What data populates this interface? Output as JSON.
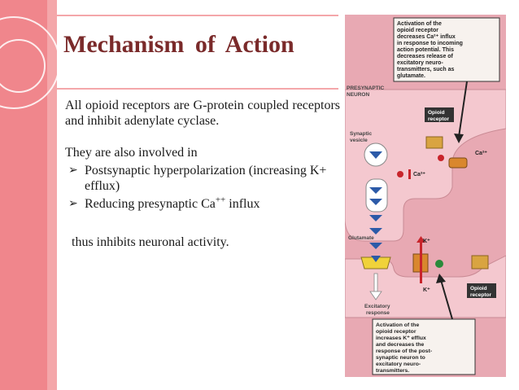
{
  "slide": {
    "title": "Mechanism of Action",
    "paragraph1": "All opioid receptors are G-protein coupled receptors and inhibit adenylate cyclase.",
    "paragraph2": "They are also involved in",
    "bullets": [
      {
        "text": "Postsynaptic hyperpolarization (increasing K+ efflux)",
        "sup": ""
      },
      {
        "text": "Reducing presynaptic Ca",
        "sup": "++",
        "suffix": " influx"
      }
    ],
    "closing": "thus inhibits neuronal activity."
  },
  "figure": {
    "top_callout": [
      "Activation of the",
      "opioid receptor",
      "decreases Ca²⁺ influx",
      "in response to incoming",
      "action potential. This",
      "decreases release of",
      "excitatory neuro-",
      "transmitters, such as",
      "glutamate."
    ],
    "presynaptic_label": [
      "PRESYNAPTIC",
      "NEURON"
    ],
    "synaptic_vesicle": [
      "Synaptic",
      "vesicle"
    ],
    "opioid_receptor_top": [
      "Opioid",
      "receptor"
    ],
    "ca_label_right": "Ca²⁺",
    "ca_label_left": "Ca²⁺",
    "glutamate": "Glutamate",
    "k_plus_top": "K⁺",
    "k_plus_bottom": "K⁺",
    "opioid_receptor_bottom": [
      "Opioid",
      "receptor"
    ],
    "excitatory_response": [
      "Excitatory",
      "response"
    ],
    "bottom_callout": [
      "Activation of the",
      "opioid receptor",
      "increases K⁺ efflux",
      "and decreases the",
      "response of the post-",
      "synaptic neuron to",
      "excitatory neuro-",
      "transmitters."
    ],
    "colors": {
      "background": "#e8a9b3",
      "neuron": "#f4c8cf",
      "callout": "#f7f2ee",
      "arrow_blue": "#2c5aa8",
      "receptor": "#d9a441",
      "red": "#c8242b"
    }
  }
}
